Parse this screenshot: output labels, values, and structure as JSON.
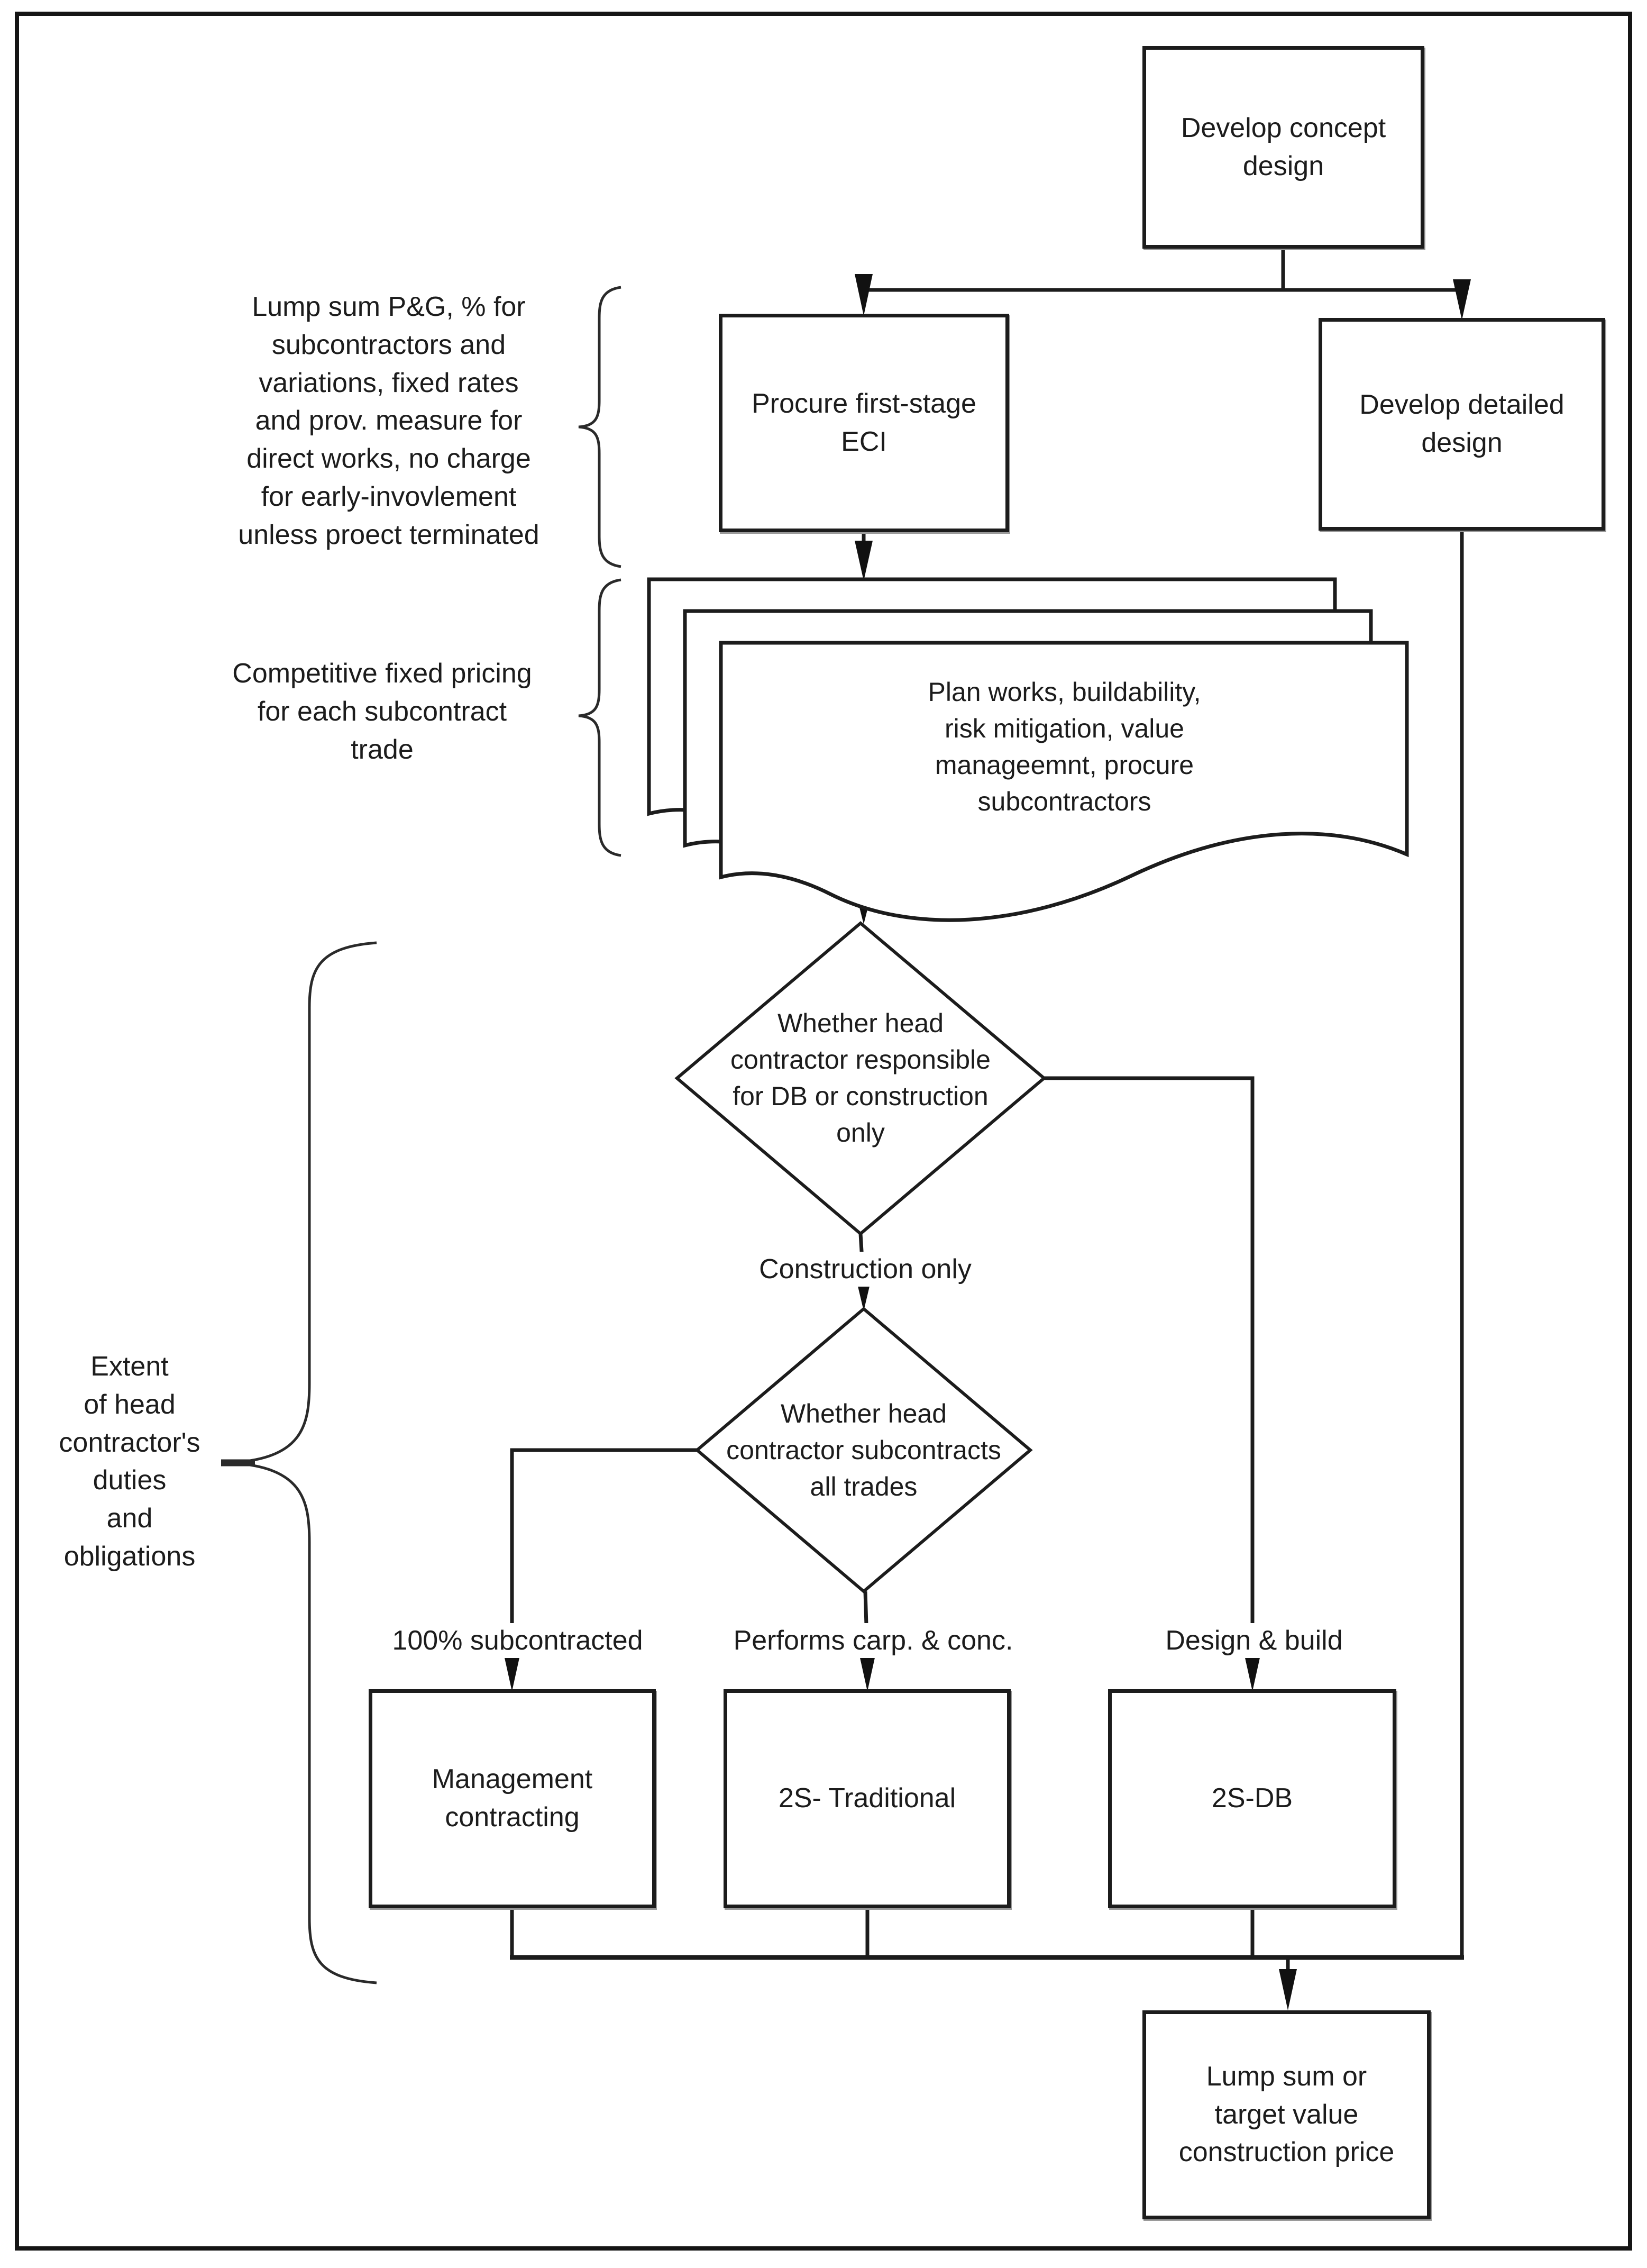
{
  "diagram": {
    "title": "Two-stage ECI procurement flowchart",
    "colors": {
      "ink": "#1c1c1c",
      "background": "#ffffff"
    },
    "nodes": {
      "develop_concept": "Develop concept\ndesign",
      "procure_eci": "Procure first-stage\nECI",
      "develop_detailed": "Develop detailed\ndesign",
      "plan_works": "Plan works, buildability,\nrisk mitigation, value\nmanageemnt, procure\nsubcontractors",
      "decision_db_or_construction": "Whether head\ncontractor responsible\nfor DB or construction\nonly",
      "decision_subcontracts": "Whether head\ncontractor subcontracts\nall trades",
      "management_contracting": "Management\ncontracting",
      "two_stage_traditional": "2S- Traditional",
      "two_stage_db": "2S-DB",
      "lump_sum": "Lump sum or\ntarget value\nconstruction price"
    },
    "edge_labels": {
      "construction_only": "Construction only",
      "fully_subcontracted": "100% subcontracted",
      "performs_carp_conc": "Performs carp. & conc.",
      "design_and_build": "Design & build"
    },
    "annotations": {
      "lump_sum_pg": "Lump sum P&G, % for\nsubcontractors and\nvariations, fixed rates\nand prov. measure for\ndirect works, no charge\nfor early-invovlement\nunless proect terminated",
      "competitive_pricing": "Competitive fixed pricing\nfor each subcontract\ntrade",
      "extent_duties": "Extent\nof head\ncontractor's\nduties\nand\nobligations"
    }
  }
}
